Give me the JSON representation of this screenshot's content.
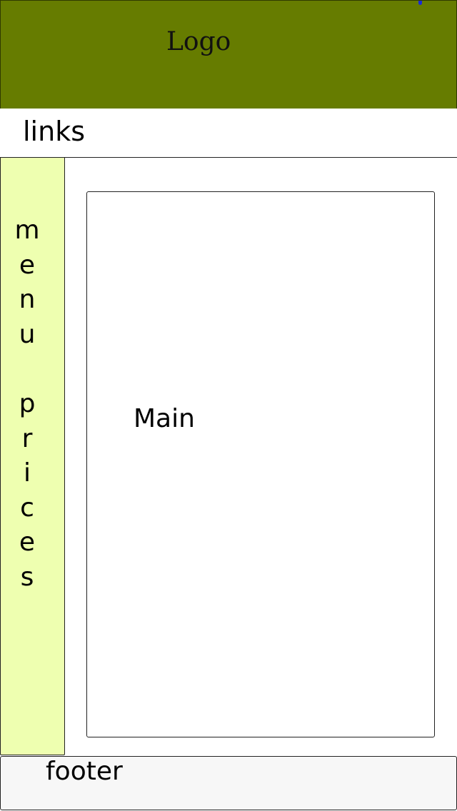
{
  "header": {
    "logo": "Logo"
  },
  "links": {
    "label": "links"
  },
  "sidebar": {
    "word1": [
      "m",
      "e",
      "n",
      "u"
    ],
    "word2": [
      "p",
      "r",
      "i",
      "c",
      "e",
      "s"
    ]
  },
  "main": {
    "label": "Main"
  },
  "footer": {
    "label": "footer"
  },
  "colors": {
    "header_bg": "#667c00",
    "sidebar_bg": "#eeffb0",
    "footer_bg": "#f7f7f7",
    "marker_dot": "#1a2bd6"
  }
}
